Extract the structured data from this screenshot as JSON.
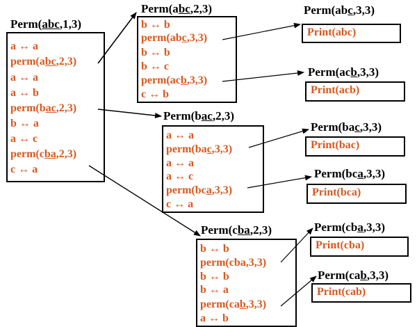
{
  "nodes": {
    "root": {
      "title": [
        "Perm(",
        "abc",
        ",1,3)"
      ],
      "lines": [
        [
          "a ↔ a"
        ],
        [
          "perm(a",
          "bc",
          ",2,3)"
        ],
        [
          "a ↔ a"
        ],
        [
          "a ↔ b"
        ],
        [
          "perm(b",
          "ac",
          ",2,3)"
        ],
        [
          "b ↔ a"
        ],
        [
          "a ↔ c"
        ],
        [
          "perm(c",
          "ba",
          ",2,3)"
        ],
        [
          "c ↔ a"
        ]
      ]
    },
    "abc2": {
      "title": [
        "Perm(a",
        "bc",
        ",2,3)"
      ],
      "lines": [
        [
          "b ↔ b"
        ],
        [
          "perm(ab",
          "c",
          ",3,3)"
        ],
        [
          "b ↔ b"
        ],
        [
          "b ↔ c"
        ],
        [
          "perm(ac",
          "b",
          ",3,3)"
        ],
        [
          "c ↔ b"
        ]
      ]
    },
    "bac2": {
      "title": [
        "Perm(b",
        "ac",
        ",2,3)"
      ],
      "lines": [
        [
          "a ↔ a"
        ],
        [
          "perm(ba",
          "c",
          ",3,3)"
        ],
        [
          "a ↔ a"
        ],
        [
          "a ↔ c"
        ],
        [
          "perm(bc",
          "a",
          ",3,3)"
        ],
        [
          "c ↔ a"
        ]
      ]
    },
    "cba2": {
      "title": [
        "Perm(c",
        "ba",
        ",2,3)"
      ],
      "lines": [
        [
          "b ↔ b"
        ],
        [
          "perm(cba,3,3)"
        ],
        [
          "b ↔ b"
        ],
        [
          "b ↔ a"
        ],
        [
          "perm(ca",
          "b",
          ",3,3)"
        ],
        [
          "a ↔ b"
        ]
      ]
    }
  },
  "leaves": [
    {
      "title": [
        "Perm(ab",
        "c",
        ",3,3)"
      ],
      "print": "Print(abc)"
    },
    {
      "title": [
        "Perm(ac",
        "b",
        ",3,3)"
      ],
      "print": "Print(acb)"
    },
    {
      "title": [
        "Perm(ba",
        "c",
        ",3,3)"
      ],
      "print": "Print(bac)"
    },
    {
      "title": [
        "Perm(bc",
        "a",
        ",3,3)"
      ],
      "print": "Print(bca)"
    },
    {
      "title": [
        "Perm(cb",
        "a",
        ",3,3)"
      ],
      "print": "Print(cba)"
    },
    {
      "title": [
        "Perm(ca",
        "b",
        ",3,3)"
      ],
      "print": "Print(cab)"
    }
  ],
  "colors": {
    "code_text": "#d9581c",
    "title_text": "#000000",
    "border": "#000000"
  }
}
